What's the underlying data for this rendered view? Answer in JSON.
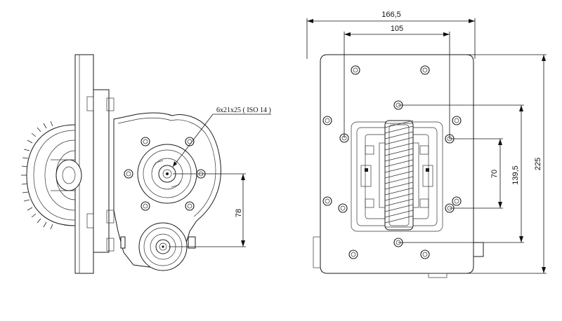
{
  "annotations": {
    "spline_spec": "6x21x25 ( ISO 14 )",
    "center_distance": "78"
  },
  "dimensions": {
    "overall_width": "166,5",
    "hole_spacing_width": "105",
    "overall_height": "225",
    "hole_spacing_height": "139,5",
    "inner_spacing_height": "70"
  }
}
